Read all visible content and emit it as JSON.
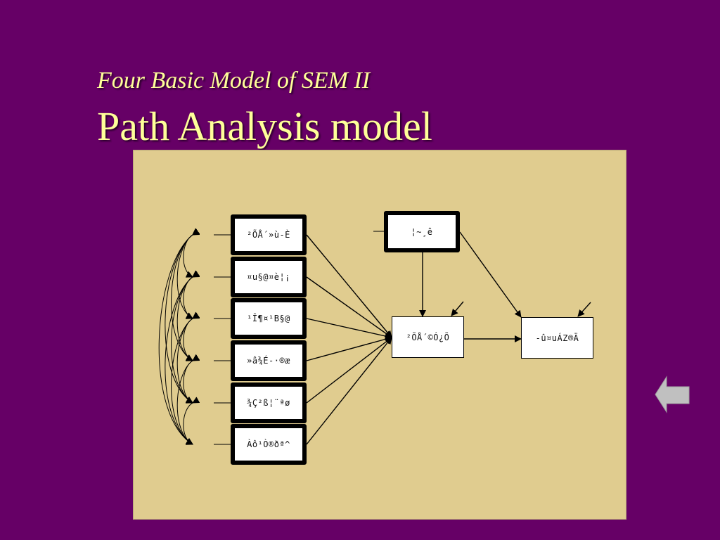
{
  "slide": {
    "subtitle": "Four Basic Model of SEM II",
    "title": "Path Analysis model"
  },
  "diagram": {
    "exogenous": [
      "²ÕÅ´»ù-È",
      "¤u§@¤è¦¡",
      "¹Î¶¤¹B§@",
      "»â¾É-·®æ",
      "¾Ç²ß¦¨ªø",
      "Àô¹Ò®ðª^"
    ],
    "top_variable": "¦~¸ê",
    "mediator": "²ÕÅ´©Ó¿Õ",
    "outcome": "-û¤uÁZ®Ä"
  },
  "colors": {
    "background": "#660066",
    "panel": "#e0cc8f",
    "title_text": "#ffff99",
    "back_arrow": "#c0c0c0"
  },
  "icons": {
    "back_button": "left-arrow-icon"
  }
}
